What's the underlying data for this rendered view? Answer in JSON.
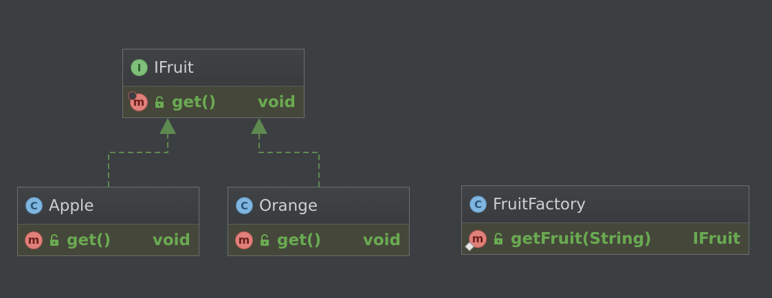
{
  "nodes": {
    "ifruit": {
      "kind_letter": "I",
      "name": "IFruit",
      "method": {
        "kind_letter": "m",
        "name": "get()",
        "type": "void"
      }
    },
    "apple": {
      "kind_letter": "C",
      "name": "Apple",
      "method": {
        "kind_letter": "m",
        "name": "get()",
        "type": "void"
      }
    },
    "orange": {
      "kind_letter": "C",
      "name": "Orange",
      "method": {
        "kind_letter": "m",
        "name": "get()",
        "type": "void"
      }
    },
    "fruitfactory": {
      "kind_letter": "C",
      "name": "FruitFactory",
      "method": {
        "kind_letter": "m",
        "name": "getFruit(String)",
        "type": "IFruit"
      }
    }
  },
  "edges": [
    {
      "from": "Apple",
      "to": "IFruit",
      "style": "dashed",
      "arrow": "hollow-triangle"
    },
    {
      "from": "Orange",
      "to": "IFruit",
      "style": "dashed",
      "arrow": "hollow-triangle"
    }
  ],
  "colors": {
    "background": "#3c3f41",
    "edge": "#5e8a4f",
    "method_text": "#6aaa52",
    "interface_icon": "#7fc07a",
    "class_icon": "#7fb6e0",
    "method_icon": "#e0807b"
  }
}
